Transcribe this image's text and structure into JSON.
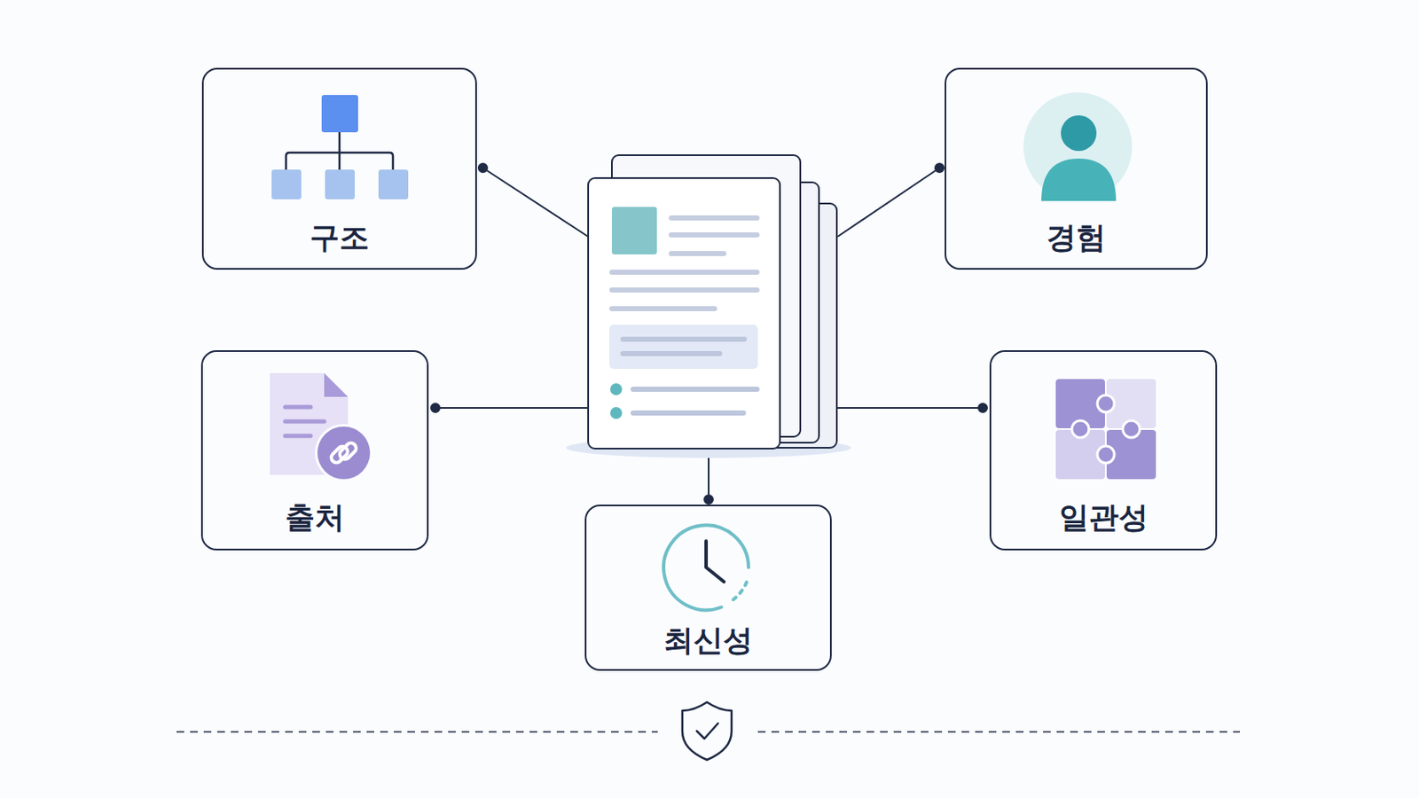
{
  "diagram": {
    "nodes": [
      {
        "text": [
          "구조"
        ]
      },
      {
        "text": [
          "경험"
        ]
      },
      {
        "text": [
          "출처"
        ]
      },
      {
        "text": [
          "일관성"
        ]
      },
      {
        "text": [
          "최신성"
        ]
      }
    ]
  }
}
